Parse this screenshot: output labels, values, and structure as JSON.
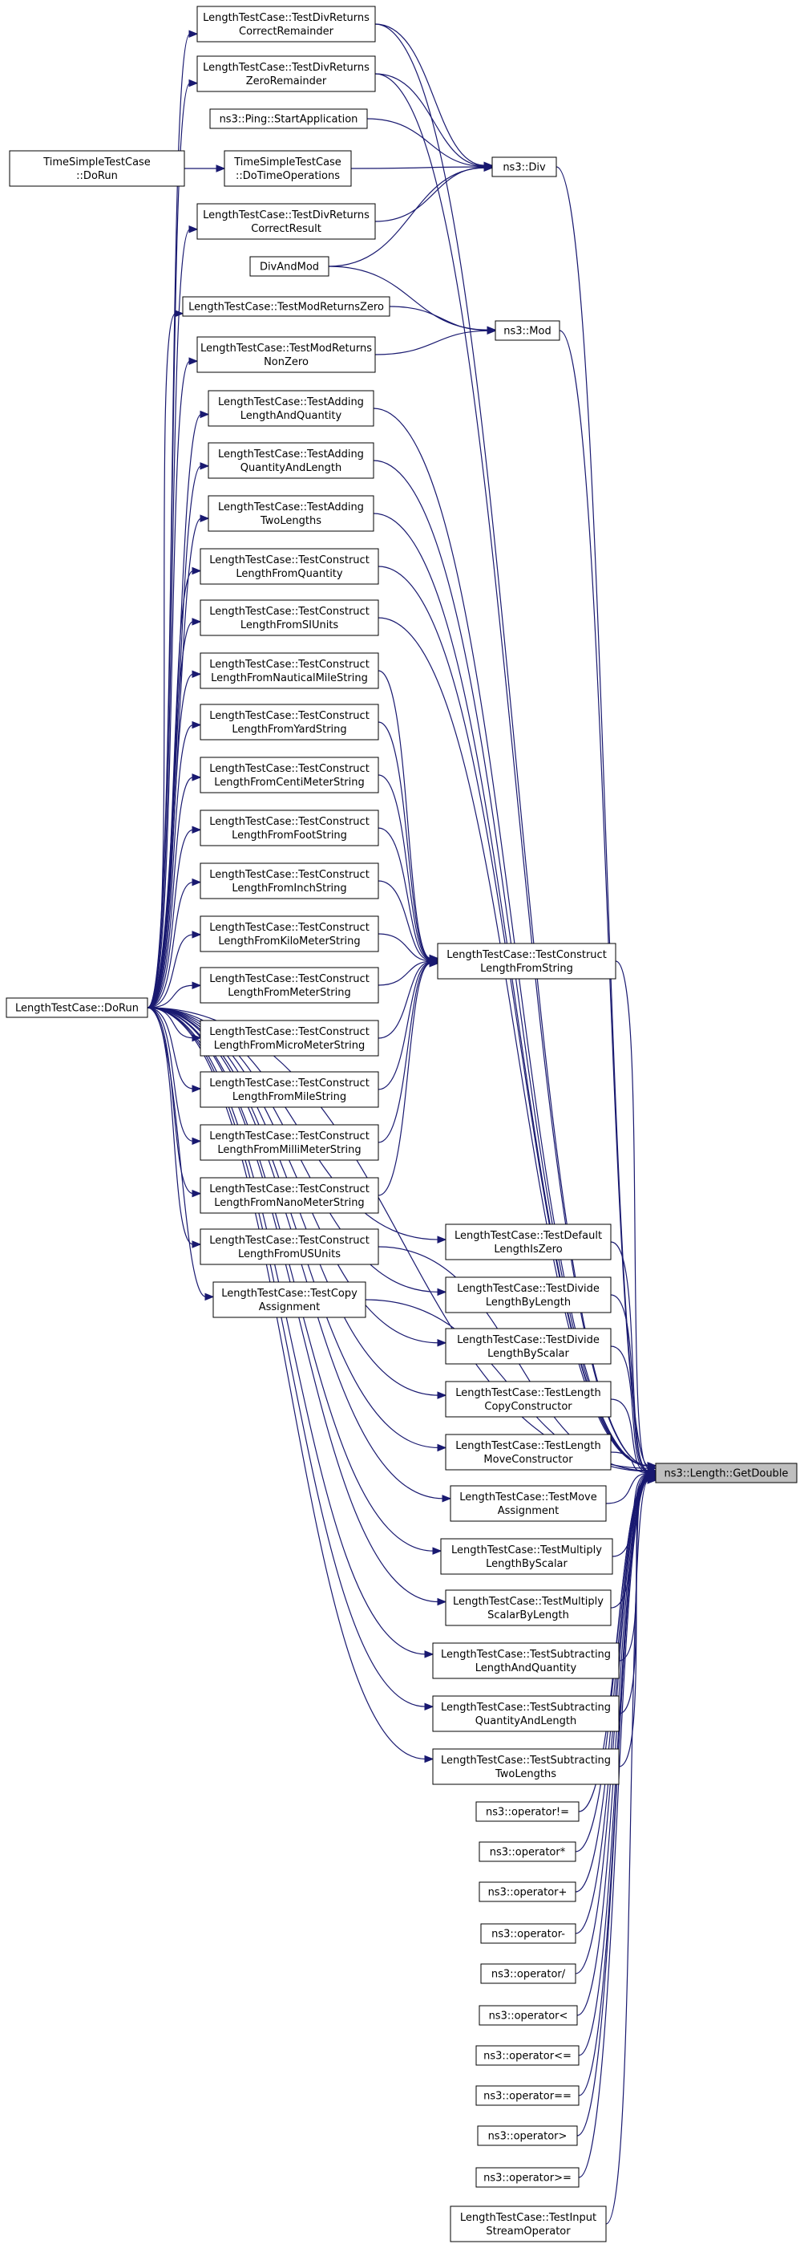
{
  "colors": {
    "edge": "#191970",
    "node_border": "#000000",
    "node_fill": "#ffffff",
    "highlight_fill": "#bfbfbf"
  },
  "nodes": [
    {
      "id": "time_dorun",
      "lines": [
        "TimeSimpleTestCase",
        "::DoRun"
      ]
    },
    {
      "id": "length_dorun",
      "lines": [
        "LengthTestCase::DoRun"
      ]
    },
    {
      "id": "div_correct_rem",
      "lines": [
        "LengthTestCase::TestDivReturns",
        "CorrectRemainder"
      ]
    },
    {
      "id": "div_zero_rem",
      "lines": [
        "LengthTestCase::TestDivReturns",
        "ZeroRemainder"
      ]
    },
    {
      "id": "ping",
      "lines": [
        "ns3::Ping::StartApplication"
      ]
    },
    {
      "id": "time_ops",
      "lines": [
        "TimeSimpleTestCase",
        "::DoTimeOperations"
      ]
    },
    {
      "id": "div_correct_res",
      "lines": [
        "LengthTestCase::TestDivReturns",
        "CorrectResult"
      ]
    },
    {
      "id": "divandmod",
      "lines": [
        "DivAndMod"
      ]
    },
    {
      "id": "mod_zero",
      "lines": [
        "LengthTestCase::TestModReturnsZero"
      ]
    },
    {
      "id": "mod_nonzero",
      "lines": [
        "LengthTestCase::TestModReturns",
        "NonZero"
      ]
    },
    {
      "id": "add_lq",
      "lines": [
        "LengthTestCase::TestAdding",
        "LengthAndQuantity"
      ]
    },
    {
      "id": "add_ql",
      "lines": [
        "LengthTestCase::TestAdding",
        "QuantityAndLength"
      ]
    },
    {
      "id": "add_two",
      "lines": [
        "LengthTestCase::TestAdding",
        "TwoLengths"
      ]
    },
    {
      "id": "c_quantity",
      "lines": [
        "LengthTestCase::TestConstruct",
        "LengthFromQuantity"
      ]
    },
    {
      "id": "c_si",
      "lines": [
        "LengthTestCase::TestConstruct",
        "LengthFromSIUnits"
      ]
    },
    {
      "id": "c_nautical",
      "lines": [
        "LengthTestCase::TestConstruct",
        "LengthFromNauticalMileString"
      ]
    },
    {
      "id": "c_yard",
      "lines": [
        "LengthTestCase::TestConstruct",
        "LengthFromYardString"
      ]
    },
    {
      "id": "c_centi",
      "lines": [
        "LengthTestCase::TestConstruct",
        "LengthFromCentiMeterString"
      ]
    },
    {
      "id": "c_foot",
      "lines": [
        "LengthTestCase::TestConstruct",
        "LengthFromFootString"
      ]
    },
    {
      "id": "c_inch",
      "lines": [
        "LengthTestCase::TestConstruct",
        "LengthFromInchString"
      ]
    },
    {
      "id": "c_kilo",
      "lines": [
        "LengthTestCase::TestConstruct",
        "LengthFromKiloMeterString"
      ]
    },
    {
      "id": "c_meter",
      "lines": [
        "LengthTestCase::TestConstruct",
        "LengthFromMeterString"
      ]
    },
    {
      "id": "c_micro",
      "lines": [
        "LengthTestCase::TestConstruct",
        "LengthFromMicroMeterString"
      ]
    },
    {
      "id": "c_mile",
      "lines": [
        "LengthTestCase::TestConstruct",
        "LengthFromMileString"
      ]
    },
    {
      "id": "c_milli",
      "lines": [
        "LengthTestCase::TestConstruct",
        "LengthFromMilliMeterString"
      ]
    },
    {
      "id": "c_nano",
      "lines": [
        "LengthTestCase::TestConstruct",
        "LengthFromNanoMeterString"
      ]
    },
    {
      "id": "c_us",
      "lines": [
        "LengthTestCase::TestConstruct",
        "LengthFromUSUnits"
      ]
    },
    {
      "id": "copy_assign",
      "lines": [
        "LengthTestCase::TestCopy",
        "Assignment"
      ]
    },
    {
      "id": "ns3_div",
      "lines": [
        "ns3::Div"
      ]
    },
    {
      "id": "ns3_mod",
      "lines": [
        "ns3::Mod"
      ]
    },
    {
      "id": "c_string",
      "lines": [
        "LengthTestCase::TestConstruct",
        "LengthFromString"
      ]
    },
    {
      "id": "default_zero",
      "lines": [
        "LengthTestCase::TestDefault",
        "LengthIsZero"
      ]
    },
    {
      "id": "div_by_length",
      "lines": [
        "LengthTestCase::TestDivide",
        "LengthByLength"
      ]
    },
    {
      "id": "div_by_scalar",
      "lines": [
        "LengthTestCase::TestDivide",
        "LengthByScalar"
      ]
    },
    {
      "id": "copy_ctor",
      "lines": [
        "LengthTestCase::TestLength",
        "CopyConstructor"
      ]
    },
    {
      "id": "move_ctor",
      "lines": [
        "LengthTestCase::TestLength",
        "MoveConstructor"
      ]
    },
    {
      "id": "move_assign",
      "lines": [
        "LengthTestCase::TestMove",
        "Assignment"
      ]
    },
    {
      "id": "mul_lbs",
      "lines": [
        "LengthTestCase::TestMultiply",
        "LengthByScalar"
      ]
    },
    {
      "id": "mul_sbl",
      "lines": [
        "LengthTestCase::TestMultiply",
        "ScalarByLength"
      ]
    },
    {
      "id": "sub_lq",
      "lines": [
        "LengthTestCase::TestSubtracting",
        "LengthAndQuantity"
      ]
    },
    {
      "id": "sub_ql",
      "lines": [
        "LengthTestCase::TestSubtracting",
        "QuantityAndLength"
      ]
    },
    {
      "id": "sub_two",
      "lines": [
        "LengthTestCase::TestSubtracting",
        "TwoLengths"
      ]
    },
    {
      "id": "op_ne",
      "lines": [
        "ns3::operator!="
      ]
    },
    {
      "id": "op_mul",
      "lines": [
        "ns3::operator*"
      ]
    },
    {
      "id": "op_add",
      "lines": [
        "ns3::operator+"
      ]
    },
    {
      "id": "op_sub",
      "lines": [
        "ns3::operator-"
      ]
    },
    {
      "id": "op_div",
      "lines": [
        "ns3::operator/"
      ]
    },
    {
      "id": "op_lt",
      "lines": [
        "ns3::operator<"
      ]
    },
    {
      "id": "op_le",
      "lines": [
        "ns3::operator<="
      ]
    },
    {
      "id": "op_eq",
      "lines": [
        "ns3::operator=="
      ]
    },
    {
      "id": "op_gt",
      "lines": [
        "ns3::operator>"
      ]
    },
    {
      "id": "op_ge",
      "lines": [
        "ns3::operator>="
      ]
    },
    {
      "id": "input_stream",
      "lines": [
        "LengthTestCase::TestInput",
        "StreamOperator"
      ]
    },
    {
      "id": "getdouble",
      "lines": [
        "ns3::Length::GetDouble"
      ],
      "highlight": true
    }
  ],
  "edges": [
    [
      "time_dorun",
      "time_ops"
    ],
    [
      "length_dorun",
      "div_correct_rem"
    ],
    [
      "length_dorun",
      "div_zero_rem"
    ],
    [
      "length_dorun",
      "div_correct_res"
    ],
    [
      "length_dorun",
      "mod_zero"
    ],
    [
      "length_dorun",
      "mod_nonzero"
    ],
    [
      "length_dorun",
      "add_lq"
    ],
    [
      "length_dorun",
      "add_ql"
    ],
    [
      "length_dorun",
      "add_two"
    ],
    [
      "length_dorun",
      "c_quantity"
    ],
    [
      "length_dorun",
      "c_si"
    ],
    [
      "length_dorun",
      "c_nautical"
    ],
    [
      "length_dorun",
      "c_yard"
    ],
    [
      "length_dorun",
      "c_centi"
    ],
    [
      "length_dorun",
      "c_foot"
    ],
    [
      "length_dorun",
      "c_inch"
    ],
    [
      "length_dorun",
      "c_kilo"
    ],
    [
      "length_dorun",
      "c_meter"
    ],
    [
      "length_dorun",
      "c_micro"
    ],
    [
      "length_dorun",
      "c_mile"
    ],
    [
      "length_dorun",
      "c_milli"
    ],
    [
      "length_dorun",
      "c_nano"
    ],
    [
      "length_dorun",
      "c_us"
    ],
    [
      "length_dorun",
      "copy_assign"
    ],
    [
      "length_dorun",
      "default_zero"
    ],
    [
      "length_dorun",
      "div_by_length"
    ],
    [
      "length_dorun",
      "div_by_scalar"
    ],
    [
      "length_dorun",
      "copy_ctor"
    ],
    [
      "length_dorun",
      "move_ctor"
    ],
    [
      "length_dorun",
      "move_assign"
    ],
    [
      "length_dorun",
      "mul_lbs"
    ],
    [
      "length_dorun",
      "mul_sbl"
    ],
    [
      "length_dorun",
      "sub_lq"
    ],
    [
      "length_dorun",
      "sub_ql"
    ],
    [
      "length_dorun",
      "sub_two"
    ],
    [
      "length_dorun",
      "getdouble"
    ],
    [
      "div_correct_rem",
      "ns3_div"
    ],
    [
      "div_zero_rem",
      "ns3_div"
    ],
    [
      "ping",
      "ns3_div"
    ],
    [
      "time_ops",
      "ns3_div"
    ],
    [
      "div_correct_res",
      "ns3_div"
    ],
    [
      "divandmod",
      "ns3_div"
    ],
    [
      "divandmod",
      "ns3_mod"
    ],
    [
      "mod_zero",
      "ns3_mod"
    ],
    [
      "mod_nonzero",
      "ns3_mod"
    ],
    [
      "c_nautical",
      "c_string"
    ],
    [
      "c_yard",
      "c_string"
    ],
    [
      "c_centi",
      "c_string"
    ],
    [
      "c_foot",
      "c_string"
    ],
    [
      "c_inch",
      "c_string"
    ],
    [
      "c_kilo",
      "c_string"
    ],
    [
      "c_meter",
      "c_string"
    ],
    [
      "c_micro",
      "c_string"
    ],
    [
      "c_mile",
      "c_string"
    ],
    [
      "c_milli",
      "c_string"
    ],
    [
      "c_nano",
      "c_string"
    ],
    [
      "div_correct_rem",
      "getdouble"
    ],
    [
      "div_zero_rem",
      "getdouble"
    ],
    [
      "ns3_div",
      "getdouble"
    ],
    [
      "ns3_mod",
      "getdouble"
    ],
    [
      "add_lq",
      "getdouble"
    ],
    [
      "add_ql",
      "getdouble"
    ],
    [
      "add_two",
      "getdouble"
    ],
    [
      "c_quantity",
      "getdouble"
    ],
    [
      "c_si",
      "getdouble"
    ],
    [
      "c_string",
      "getdouble"
    ],
    [
      "c_us",
      "getdouble"
    ],
    [
      "copy_assign",
      "getdouble"
    ],
    [
      "default_zero",
      "getdouble"
    ],
    [
      "div_by_length",
      "getdouble"
    ],
    [
      "div_by_scalar",
      "getdouble"
    ],
    [
      "copy_ctor",
      "getdouble"
    ],
    [
      "move_ctor",
      "getdouble"
    ],
    [
      "move_assign",
      "getdouble"
    ],
    [
      "mul_lbs",
      "getdouble"
    ],
    [
      "mul_sbl",
      "getdouble"
    ],
    [
      "sub_lq",
      "getdouble"
    ],
    [
      "sub_ql",
      "getdouble"
    ],
    [
      "sub_two",
      "getdouble"
    ],
    [
      "op_ne",
      "getdouble"
    ],
    [
      "op_mul",
      "getdouble"
    ],
    [
      "op_add",
      "getdouble"
    ],
    [
      "op_sub",
      "getdouble"
    ],
    [
      "op_div",
      "getdouble"
    ],
    [
      "op_lt",
      "getdouble"
    ],
    [
      "op_le",
      "getdouble"
    ],
    [
      "op_eq",
      "getdouble"
    ],
    [
      "op_gt",
      "getdouble"
    ],
    [
      "op_ge",
      "getdouble"
    ],
    [
      "input_stream",
      "getdouble"
    ]
  ]
}
